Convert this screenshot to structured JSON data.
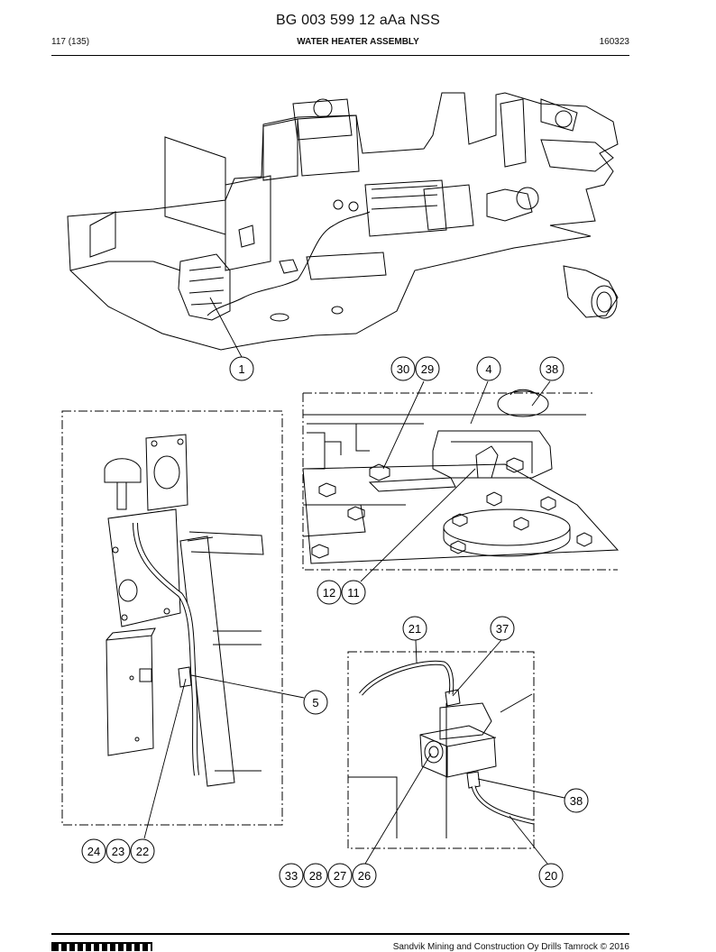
{
  "header": {
    "doc_number": "BG 003 599 12 aAa NSS",
    "page": "117 (135)",
    "section_title": "WATER HEATER ASSEMBLY",
    "date_code": "160323"
  },
  "callouts": {
    "c1": "1",
    "c30": "30",
    "c29": "29",
    "c4": "4",
    "c38a": "38",
    "c12": "12",
    "c11": "11",
    "c5": "5",
    "c21": "21",
    "c37": "37",
    "c38b": "38",
    "c24": "24",
    "c23": "23",
    "c22": "22",
    "c33": "33",
    "c28": "28",
    "c27": "27",
    "c26": "26",
    "c20": "20"
  },
  "footer": {
    "copyright": "Sandvik Mining and Construction Oy Drills Tamrock © 2016"
  },
  "colors": {
    "line": "#000000",
    "rule": "#000000",
    "background": "#ffffff"
  }
}
